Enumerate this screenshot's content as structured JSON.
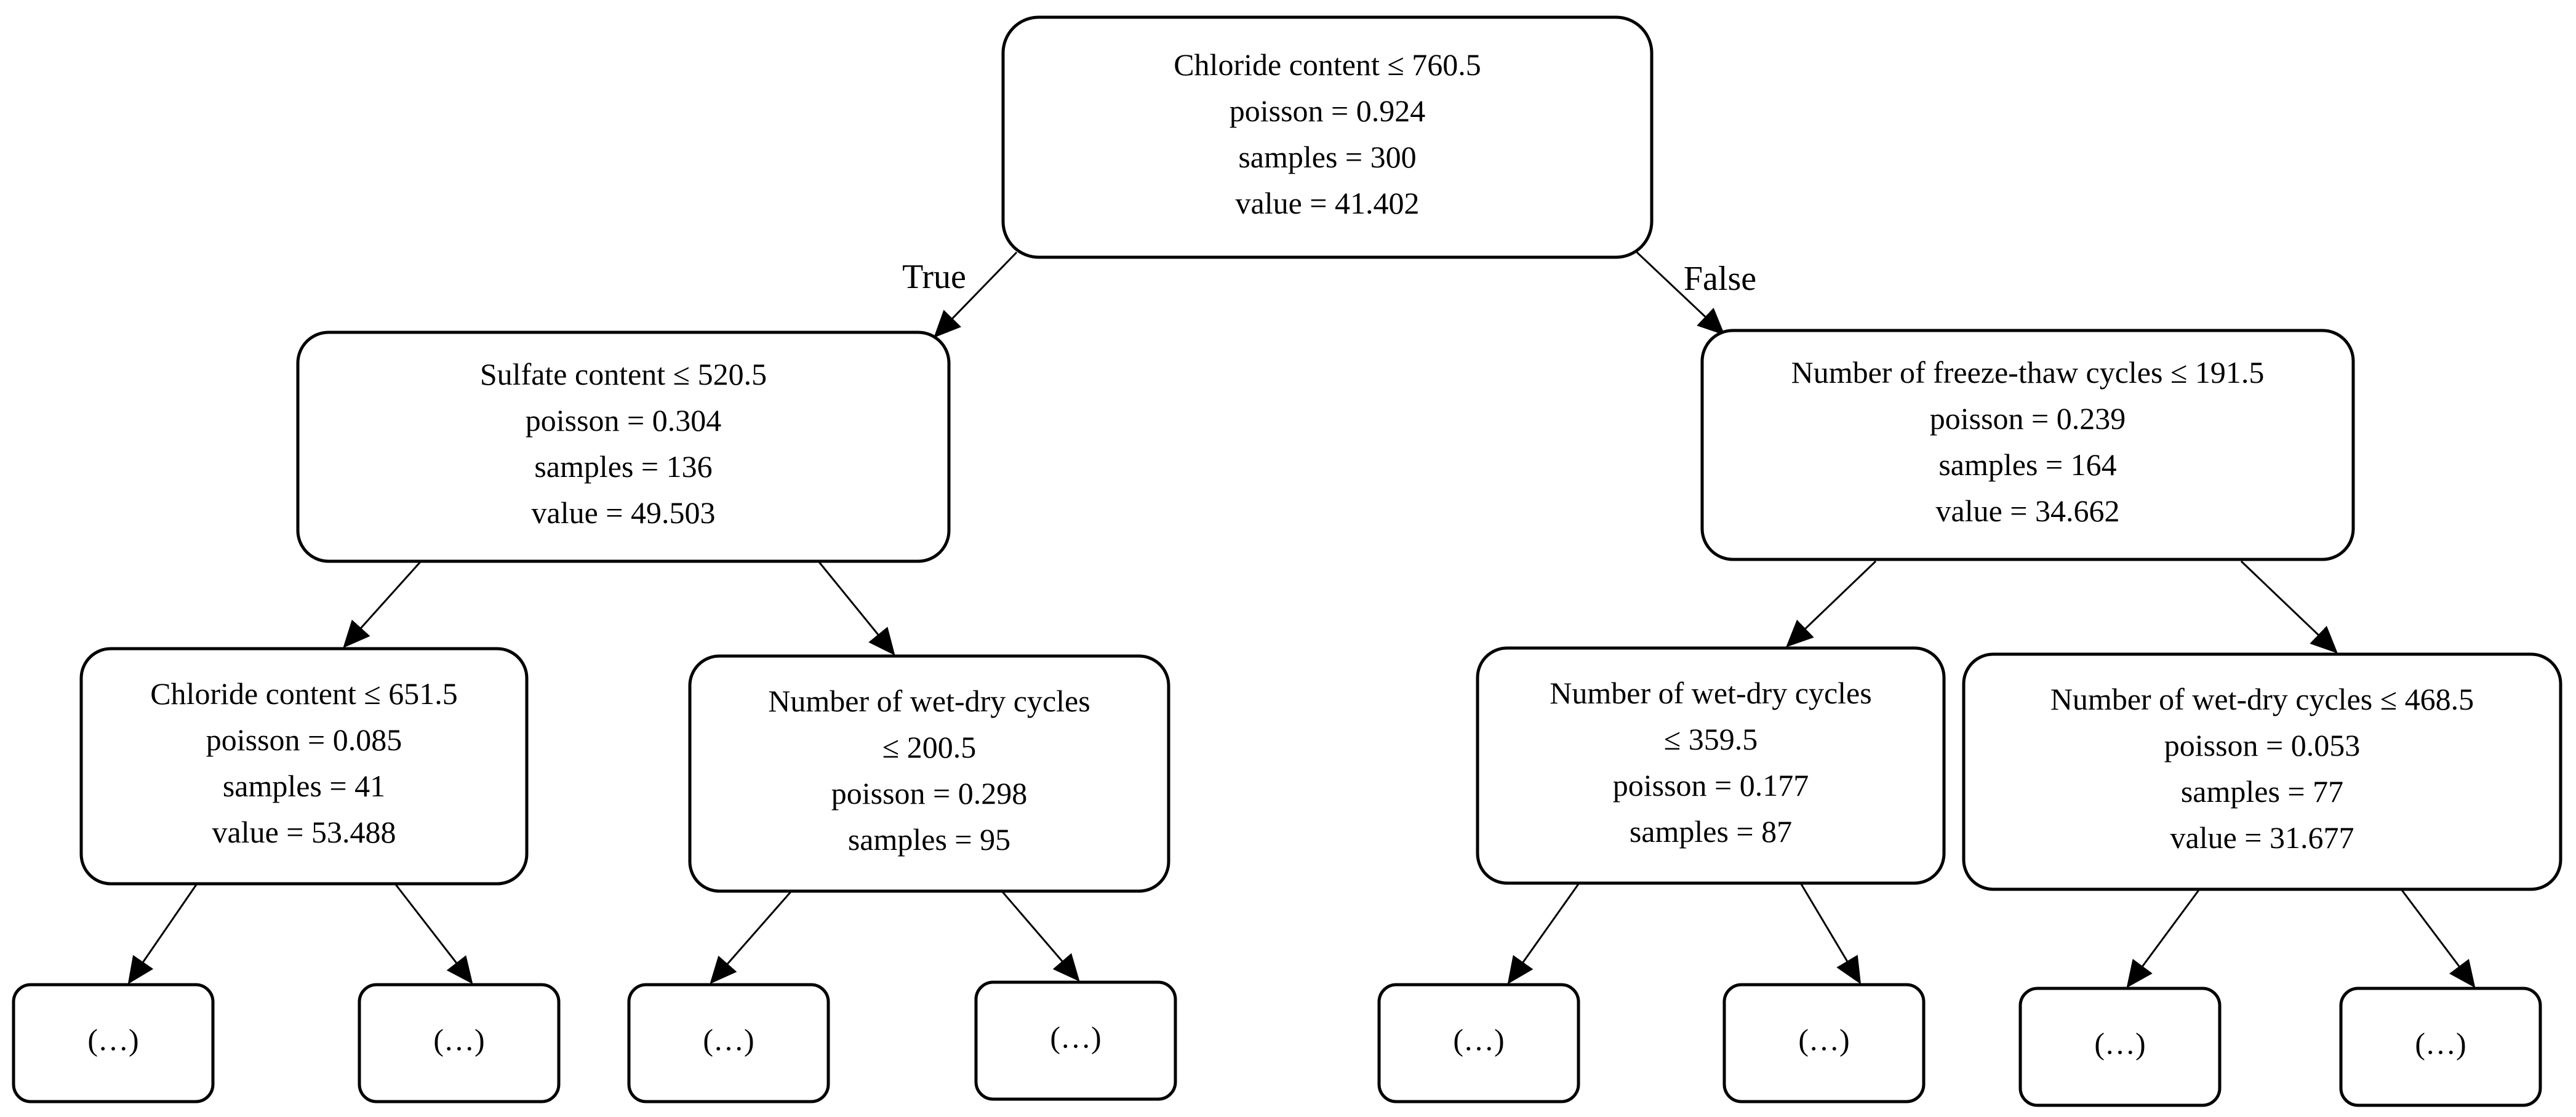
{
  "nodes": [
    {
      "id": "root",
      "lines": [
        "Chloride content ≤ 760.5",
        "poisson = 0.924",
        "samples = 300",
        "value = 41.402"
      ]
    },
    {
      "id": "n1",
      "lines": [
        "Sulfate content ≤ 520.5",
        "poisson = 0.304",
        "samples = 136",
        "value = 49.503"
      ]
    },
    {
      "id": "n2",
      "lines": [
        "Number of freeze-thaw cycles ≤ 191.5",
        "poisson = 0.239",
        "samples = 164",
        "value = 34.662"
      ]
    },
    {
      "id": "n3",
      "lines": [
        "Chloride content ≤ 651.5",
        "poisson = 0.085",
        "samples = 41",
        "value = 53.488"
      ]
    },
    {
      "id": "n4",
      "lines": [
        "Number of wet-dry cycles",
        "≤ 200.5",
        "poisson = 0.298",
        "samples = 95"
      ]
    },
    {
      "id": "n5",
      "lines": [
        "Number of wet-dry cycles",
        "≤ 359.5",
        "poisson = 0.177",
        "samples = 87"
      ]
    },
    {
      "id": "n6",
      "lines": [
        "Number of wet-dry cycles ≤ 468.5",
        "poisson = 0.053",
        "samples = 77",
        "value = 31.677"
      ]
    },
    {
      "id": "l1",
      "lines": [
        "(…)"
      ]
    },
    {
      "id": "l2",
      "lines": [
        "(…)"
      ]
    },
    {
      "id": "l3",
      "lines": [
        "(…)"
      ]
    },
    {
      "id": "l4",
      "lines": [
        "(…)"
      ]
    },
    {
      "id": "l5",
      "lines": [
        "(…)"
      ]
    },
    {
      "id": "l6",
      "lines": [
        "(…)"
      ]
    },
    {
      "id": "l7",
      "lines": [
        "(…)"
      ]
    },
    {
      "id": "l8",
      "lines": [
        "(…)"
      ]
    }
  ],
  "edges": [
    {
      "from": "root",
      "to": "n1",
      "label": "True"
    },
    {
      "from": "root",
      "to": "n2",
      "label": "False"
    },
    {
      "from": "n1",
      "to": "n3"
    },
    {
      "from": "n1",
      "to": "n4"
    },
    {
      "from": "n2",
      "to": "n5"
    },
    {
      "from": "n2",
      "to": "n6"
    },
    {
      "from": "n3",
      "to": "l1"
    },
    {
      "from": "n3",
      "to": "l2"
    },
    {
      "from": "n4",
      "to": "l3"
    },
    {
      "from": "n4",
      "to": "l4"
    },
    {
      "from": "n5",
      "to": "l5"
    },
    {
      "from": "n5",
      "to": "l6"
    },
    {
      "from": "n6",
      "to": "l7"
    },
    {
      "from": "n6",
      "to": "l8"
    }
  ]
}
